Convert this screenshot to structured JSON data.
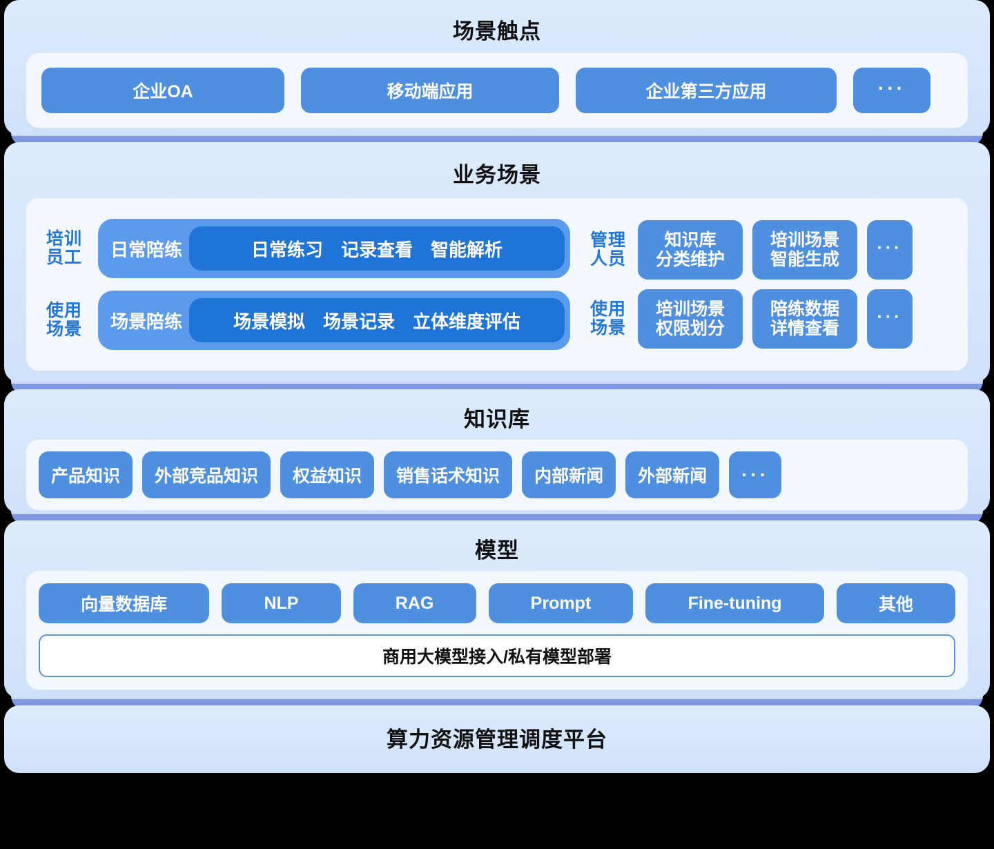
{
  "colors": {
    "panel_bg": "#d9e7fb",
    "inner_panel": "#f3f8fe",
    "chip_blue": "#4e8fe0",
    "nest_outer": "#5c9beb",
    "nest_inner": "#1f74d8",
    "label_blue": "#2477d6",
    "stack_bar": "#7f9ae1",
    "title_text": "#111111"
  },
  "layers": [
    {
      "title": "场景触点",
      "chips": [
        {
          "label": "企业OA"
        },
        {
          "label": "移动端应用"
        },
        {
          "label": "企业第三方应用"
        },
        {
          "label": "···",
          "kind": "dots"
        }
      ]
    },
    {
      "title": "业务场景",
      "left_rows": [
        {
          "label_line1": "培训",
          "label_line2": "员工",
          "head": "日常陪练",
          "items": [
            "日常练习",
            "记录查看",
            "智能解析"
          ]
        },
        {
          "label_line1": "使用",
          "label_line2": "场景",
          "head": "场景陪练",
          "items": [
            "场景模拟",
            "场景记录",
            "立体维度评估"
          ]
        }
      ],
      "right_rows": [
        {
          "label_line1": "管理",
          "label_line2": "人员",
          "chips": [
            {
              "line1": "知识库",
              "line2": "分类维护"
            },
            {
              "line1": "培训场景",
              "line2": "智能生成"
            },
            {
              "line1": "···",
              "line2": "",
              "kind": "dots"
            }
          ]
        },
        {
          "label_line1": "使用",
          "label_line2": "场景",
          "chips": [
            {
              "line1": "培训场景",
              "line2": "权限划分"
            },
            {
              "line1": "陪练数据",
              "line2": "详情查看"
            },
            {
              "line1": "···",
              "line2": "",
              "kind": "dots"
            }
          ]
        }
      ]
    },
    {
      "title": "知识库",
      "chips": [
        {
          "label": "产品知识"
        },
        {
          "label": "外部竞品知识"
        },
        {
          "label": "权益知识"
        },
        {
          "label": "销售话术知识"
        },
        {
          "label": "内部新闻"
        },
        {
          "label": "外部新闻"
        },
        {
          "label": "···",
          "kind": "dots"
        }
      ]
    },
    {
      "title": "模型",
      "chips": [
        {
          "label": "向量数据库"
        },
        {
          "label": "NLP"
        },
        {
          "label": "RAG"
        },
        {
          "label": "Prompt"
        },
        {
          "label": "Fine-tuning"
        },
        {
          "label": "其他"
        }
      ],
      "banner": "商用大模型接入/私有模型部署"
    },
    {
      "title": "算力资源管理调度平台"
    }
  ]
}
